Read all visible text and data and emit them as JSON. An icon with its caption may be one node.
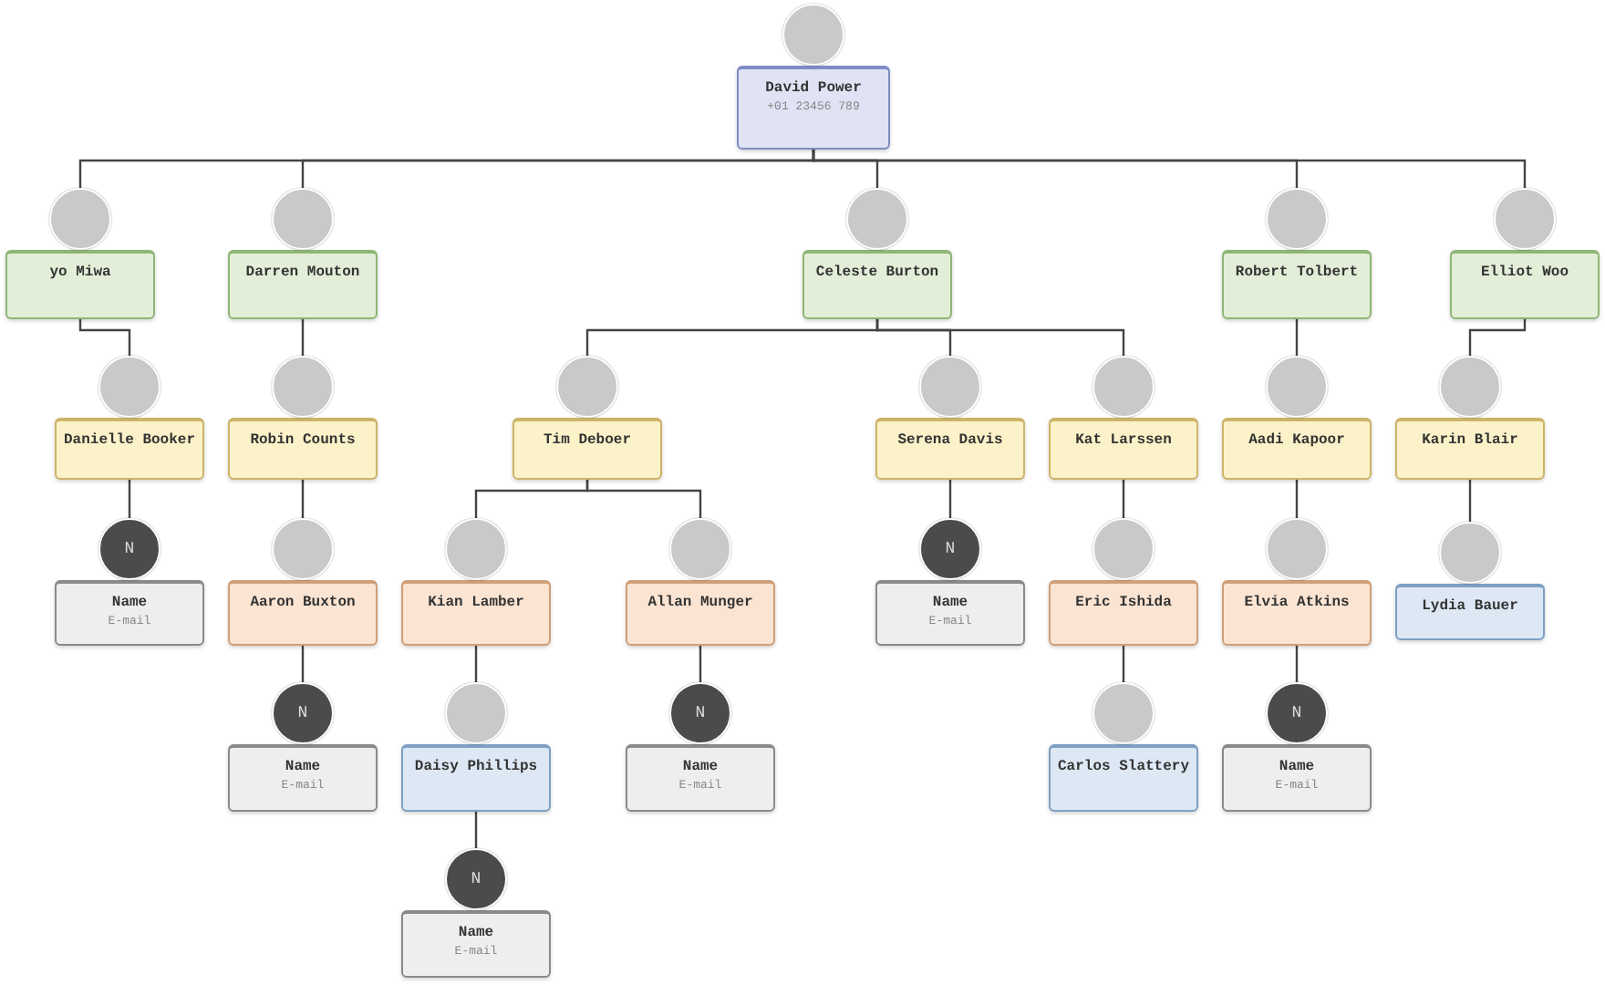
{
  "diagram": {
    "nodes": [
      {
        "text": [
          "David Power",
          "+01 23456 789"
        ]
      },
      {
        "text": [
          "yo Miwa"
        ]
      },
      {
        "text": [
          "Darren Mouton"
        ]
      },
      {
        "text": [
          "Celeste Burton"
        ]
      },
      {
        "text": [
          "Robert Tolbert"
        ]
      },
      {
        "text": [
          "Elliot Woo"
        ]
      },
      {
        "text": [
          "Danielle Booker"
        ]
      },
      {
        "text": [
          "Robin Counts"
        ]
      },
      {
        "text": [
          "Tim Deboer"
        ]
      },
      {
        "text": [
          "Serena Davis"
        ]
      },
      {
        "text": [
          "Kat Larssen"
        ]
      },
      {
        "text": [
          "Aadi Kapoor"
        ]
      },
      {
        "text": [
          "Karin Blair"
        ]
      },
      {
        "text": [
          "Name",
          "E-mail"
        ],
        "beside": [
          "N"
        ]
      },
      {
        "text": [
          "Aaron Buxton"
        ]
      },
      {
        "text": [
          "Kian Lamber"
        ]
      },
      {
        "text": [
          "Allan Munger"
        ]
      },
      {
        "text": [
          "Name",
          "E-mail"
        ],
        "beside": [
          "N"
        ]
      },
      {
        "text": [
          "Eric Ishida"
        ]
      },
      {
        "text": [
          "Elvia Atkins"
        ]
      },
      {
        "text": [
          "Lydia Bauer"
        ]
      },
      {
        "text": [
          "Name",
          "E-mail"
        ],
        "beside": [
          "N"
        ]
      },
      {
        "text": [
          "Daisy Phillips"
        ]
      },
      {
        "text": [
          "Name",
          "E-mail"
        ],
        "beside": [
          "N"
        ]
      },
      {
        "text": [
          "Carlos Slattery"
        ]
      },
      {
        "text": [
          "Name",
          "E-mail"
        ],
        "beside": [
          "N"
        ]
      },
      {
        "text": [
          "Name",
          "E-mail"
        ],
        "beside": [
          "N"
        ]
      }
    ],
    "edges": [
      {
        "from": 0,
        "to": 1,
        "arrow": "none"
      },
      {
        "from": 0,
        "to": 2,
        "arrow": "none"
      },
      {
        "from": 0,
        "to": 3,
        "arrow": "none"
      },
      {
        "from": 0,
        "to": 4,
        "arrow": "none"
      },
      {
        "from": 0,
        "to": 5,
        "arrow": "none"
      },
      {
        "from": 1,
        "to": 6,
        "arrow": "none"
      },
      {
        "from": 2,
        "to": 7,
        "arrow": "none"
      },
      {
        "from": 3,
        "to": 8,
        "arrow": "none"
      },
      {
        "from": 3,
        "to": 9,
        "arrow": "none"
      },
      {
        "from": 3,
        "to": 10,
        "arrow": "none"
      },
      {
        "from": 4,
        "to": 11,
        "arrow": "none"
      },
      {
        "from": 5,
        "to": 12,
        "arrow": "none"
      },
      {
        "from": 6,
        "to": 13,
        "arrow": "none"
      },
      {
        "from": 7,
        "to": 14,
        "arrow": "none"
      },
      {
        "from": 8,
        "to": 15,
        "arrow": "none"
      },
      {
        "from": 8,
        "to": 16,
        "arrow": "none"
      },
      {
        "from": 9,
        "to": 17,
        "arrow": "none"
      },
      {
        "from": 10,
        "to": 18,
        "arrow": "none"
      },
      {
        "from": 11,
        "to": 19,
        "arrow": "none"
      },
      {
        "from": 12,
        "to": 20,
        "arrow": "none"
      },
      {
        "from": 14,
        "to": 21,
        "arrow": "none"
      },
      {
        "from": 15,
        "to": 22,
        "arrow": "none"
      },
      {
        "from": 16,
        "to": 23,
        "arrow": "none"
      },
      {
        "from": 18,
        "to": 24,
        "arrow": "none"
      },
      {
        "from": 19,
        "to": 25,
        "arrow": "none"
      },
      {
        "from": 22,
        "to": 26,
        "arrow": "none"
      }
    ]
  }
}
